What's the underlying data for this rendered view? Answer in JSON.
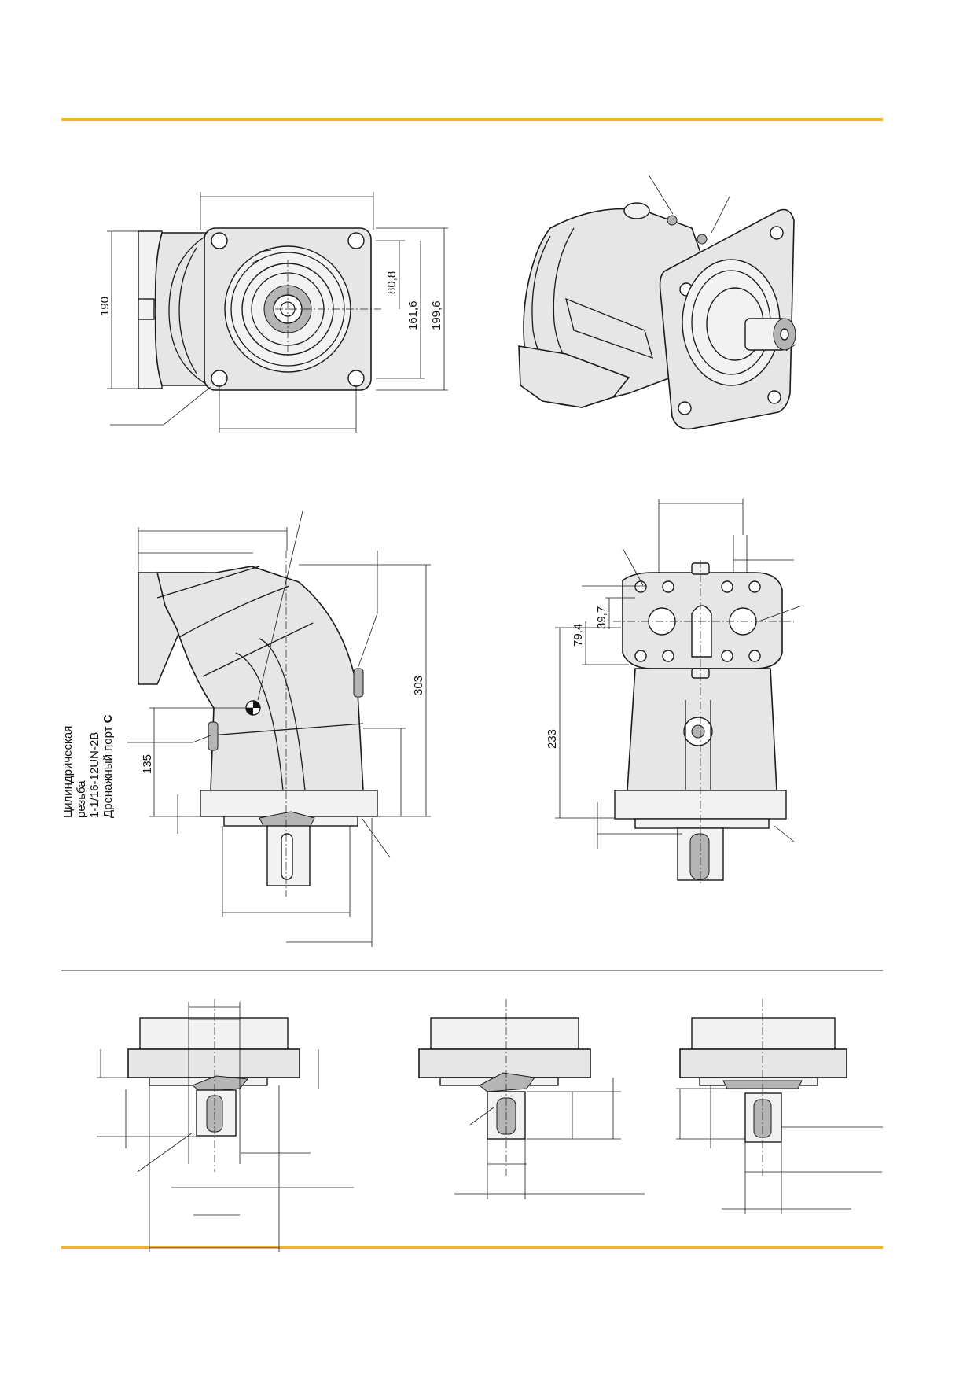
{
  "colors": {
    "accent_rule": "#f0b429",
    "separator": "#555555",
    "ink": "#1a1a1a",
    "body_fill": "#e6e6e6"
  },
  "dimensions": {
    "front_height": "190",
    "front_80": "80,8",
    "front_161": "161,6",
    "front_199": "199,6",
    "side_303": "303",
    "side_135": "135",
    "end_79": "79,4",
    "end_39": "39,7",
    "end_233": "233"
  },
  "port_note": {
    "line1": "Цилиндрическая",
    "line2": "резьба",
    "line3": "1-1/16-12UN-2B",
    "line4_prefix": "Дренажный порт ",
    "line4_bold": "C"
  }
}
